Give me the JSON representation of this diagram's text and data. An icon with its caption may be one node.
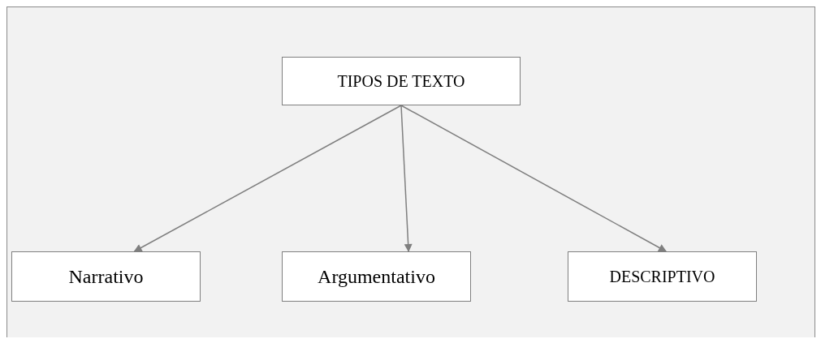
{
  "diagram": {
    "nodes": [
      {
        "text": [
          "TIPOS DE TEXTO"
        ]
      },
      {
        "text": [
          "Narrativo"
        ]
      },
      {
        "text": [
          "Argumentativo"
        ]
      },
      {
        "text": [
          "DESCRIPTIVO"
        ]
      }
    ],
    "edges": [
      {
        "from": 0,
        "to": 1,
        "arrow": "to"
      },
      {
        "from": 0,
        "to": 2,
        "arrow": "to"
      },
      {
        "from": 0,
        "to": 3,
        "arrow": "to"
      }
    ]
  }
}
